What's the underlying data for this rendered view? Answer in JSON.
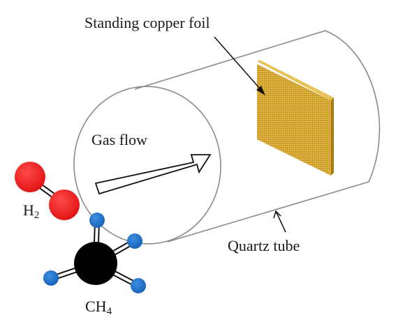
{
  "labels": {
    "copper_foil": "Standing copper foil",
    "gas_flow": "Gas flow",
    "quartz_tube": "Quartz tube"
  },
  "molecules": {
    "hydrogen": {
      "symbol": "H",
      "subscript": "2"
    },
    "methane": {
      "symbol": "CH",
      "subscript": "4"
    }
  },
  "colors": {
    "tube_outline": "#8a8a8a",
    "foil_fill": "#d4a62c",
    "hydrogen_atom": "#ee1c1c",
    "carbon_atom": "#000000",
    "methane_h_atom": "#1f6fc4",
    "arrow_stroke": "#111111"
  }
}
